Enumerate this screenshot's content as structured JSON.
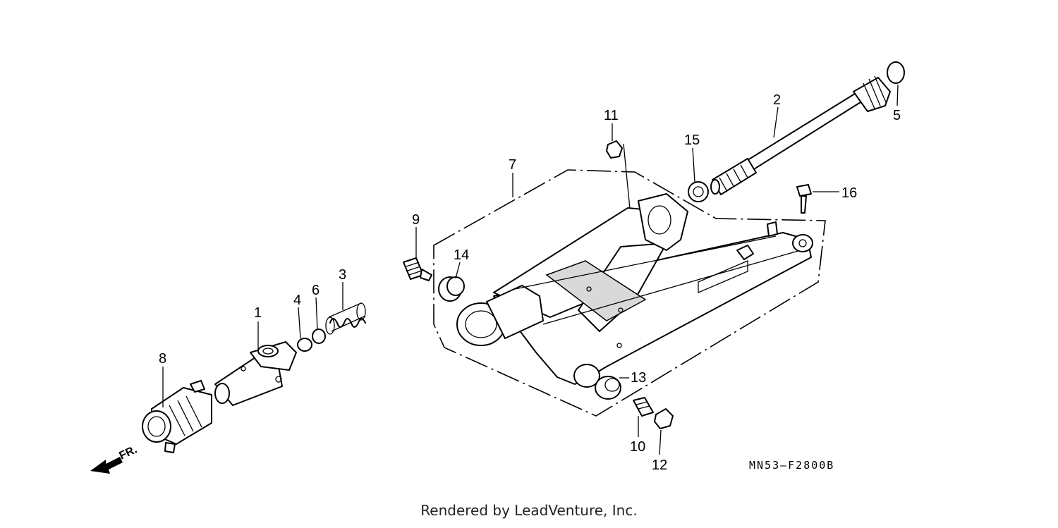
{
  "diagram": {
    "part_numbers": {
      "p1": "1",
      "p2": "2",
      "p3": "3",
      "p4": "4",
      "p5": "5",
      "p6": "6",
      "p7": "7",
      "p8": "8",
      "p9": "9",
      "p10": "10",
      "p11": "11",
      "p12": "12",
      "p13": "13",
      "p14": "14",
      "p15": "15",
      "p16": "16"
    },
    "front_indicator": "FR.",
    "diagram_code": "MN53–F2800B"
  },
  "footer": {
    "credit": "Rendered by LeadVenture, Inc."
  }
}
